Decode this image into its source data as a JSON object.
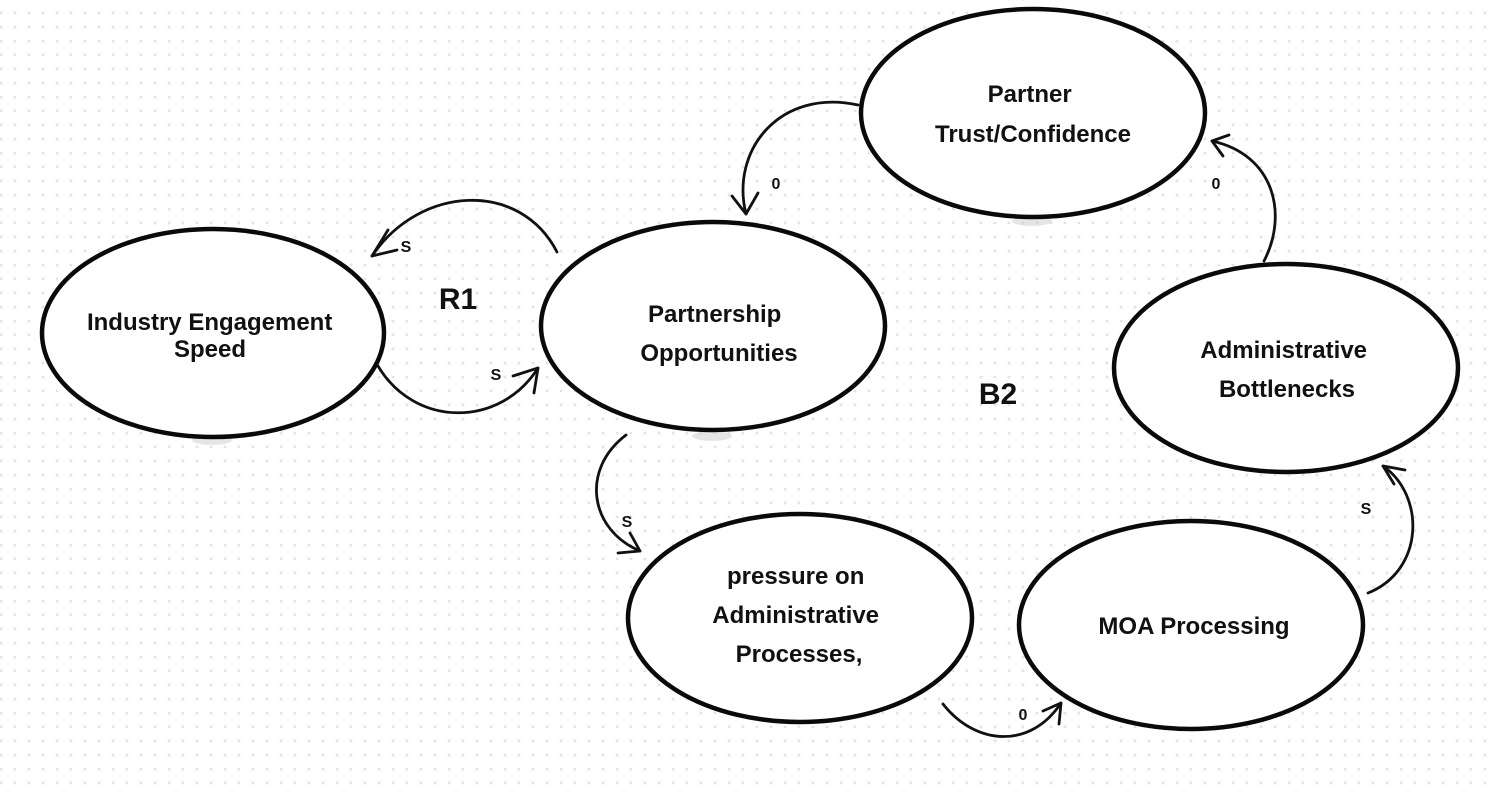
{
  "diagram": {
    "nodes": [
      {
        "id": "industry",
        "lines": [
          "Industry Engagement",
          "Speed"
        ]
      },
      {
        "id": "partnership",
        "lines": [
          "Partnership",
          "Opportunities"
        ]
      },
      {
        "id": "trust",
        "lines": [
          "Partner",
          "Trust/Confidence"
        ]
      },
      {
        "id": "bottlenecks",
        "lines": [
          "Administrative",
          "Bottlenecks"
        ]
      },
      {
        "id": "pressure",
        "lines": [
          "pressure on",
          "Administrative",
          "Processes,"
        ]
      },
      {
        "id": "moa",
        "lines": [
          "MOA Processing"
        ]
      }
    ],
    "edges": [
      {
        "from": "partnership",
        "to": "industry",
        "polarity": "S"
      },
      {
        "from": "industry",
        "to": "partnership",
        "polarity": "S"
      },
      {
        "from": "trust",
        "to": "partnership",
        "polarity": "0"
      },
      {
        "from": "partnership",
        "to": "pressure",
        "polarity": "S"
      },
      {
        "from": "pressure",
        "to": "moa",
        "polarity": "0"
      },
      {
        "from": "moa",
        "to": "bottlenecks",
        "polarity": "S"
      },
      {
        "from": "bottlenecks",
        "to": "trust",
        "polarity": "0"
      }
    ],
    "loops": [
      {
        "id": "r1",
        "label": "R1"
      },
      {
        "id": "b2",
        "label": "B2"
      }
    ]
  }
}
